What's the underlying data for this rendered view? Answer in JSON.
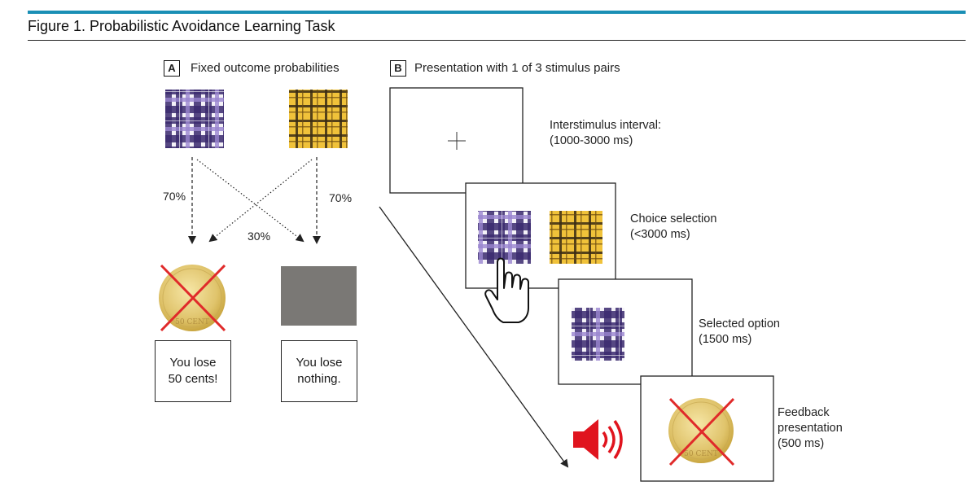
{
  "header": {
    "title": "Figure 1. Probabilistic Avoidance Learning Task",
    "accent_color": "#1a8fb5"
  },
  "panel_a": {
    "letter": "A",
    "title": "Fixed outcome probabilities",
    "prob_left": "70%",
    "prob_cross": "30%",
    "prob_right": "70%",
    "outcome_loss_line1": "You lose",
    "outcome_loss_line2": "50 cents!",
    "outcome_neutral_line1": "You lose",
    "outcome_neutral_line2": "nothing."
  },
  "panel_b": {
    "letter": "B",
    "title": "Presentation with 1 of 3 stimulus pairs",
    "steps": [
      {
        "line1": "Interstimulus interval:",
        "line2": "(1000-3000 ms)"
      },
      {
        "line1": "Choice selection",
        "line2": "(<3000 ms)"
      },
      {
        "line1": "Selected option",
        "line2": "(1500 ms)"
      },
      {
        "line1": "Feedback",
        "line2": "presentation",
        "line3": "(500 ms)"
      }
    ]
  },
  "colors": {
    "purple_plaid": "#6b4ea3",
    "yellow_plaid": "#e8b52a",
    "coin_gold": "#e3c977",
    "cross_red": "#e02a2a",
    "neutral_gray": "#7a7875",
    "speaker_red": "#e0141e"
  },
  "icons": [
    "plus-icon",
    "pointing-hand-icon",
    "speaker-icon",
    "coin-icon",
    "red-cross-icon"
  ]
}
